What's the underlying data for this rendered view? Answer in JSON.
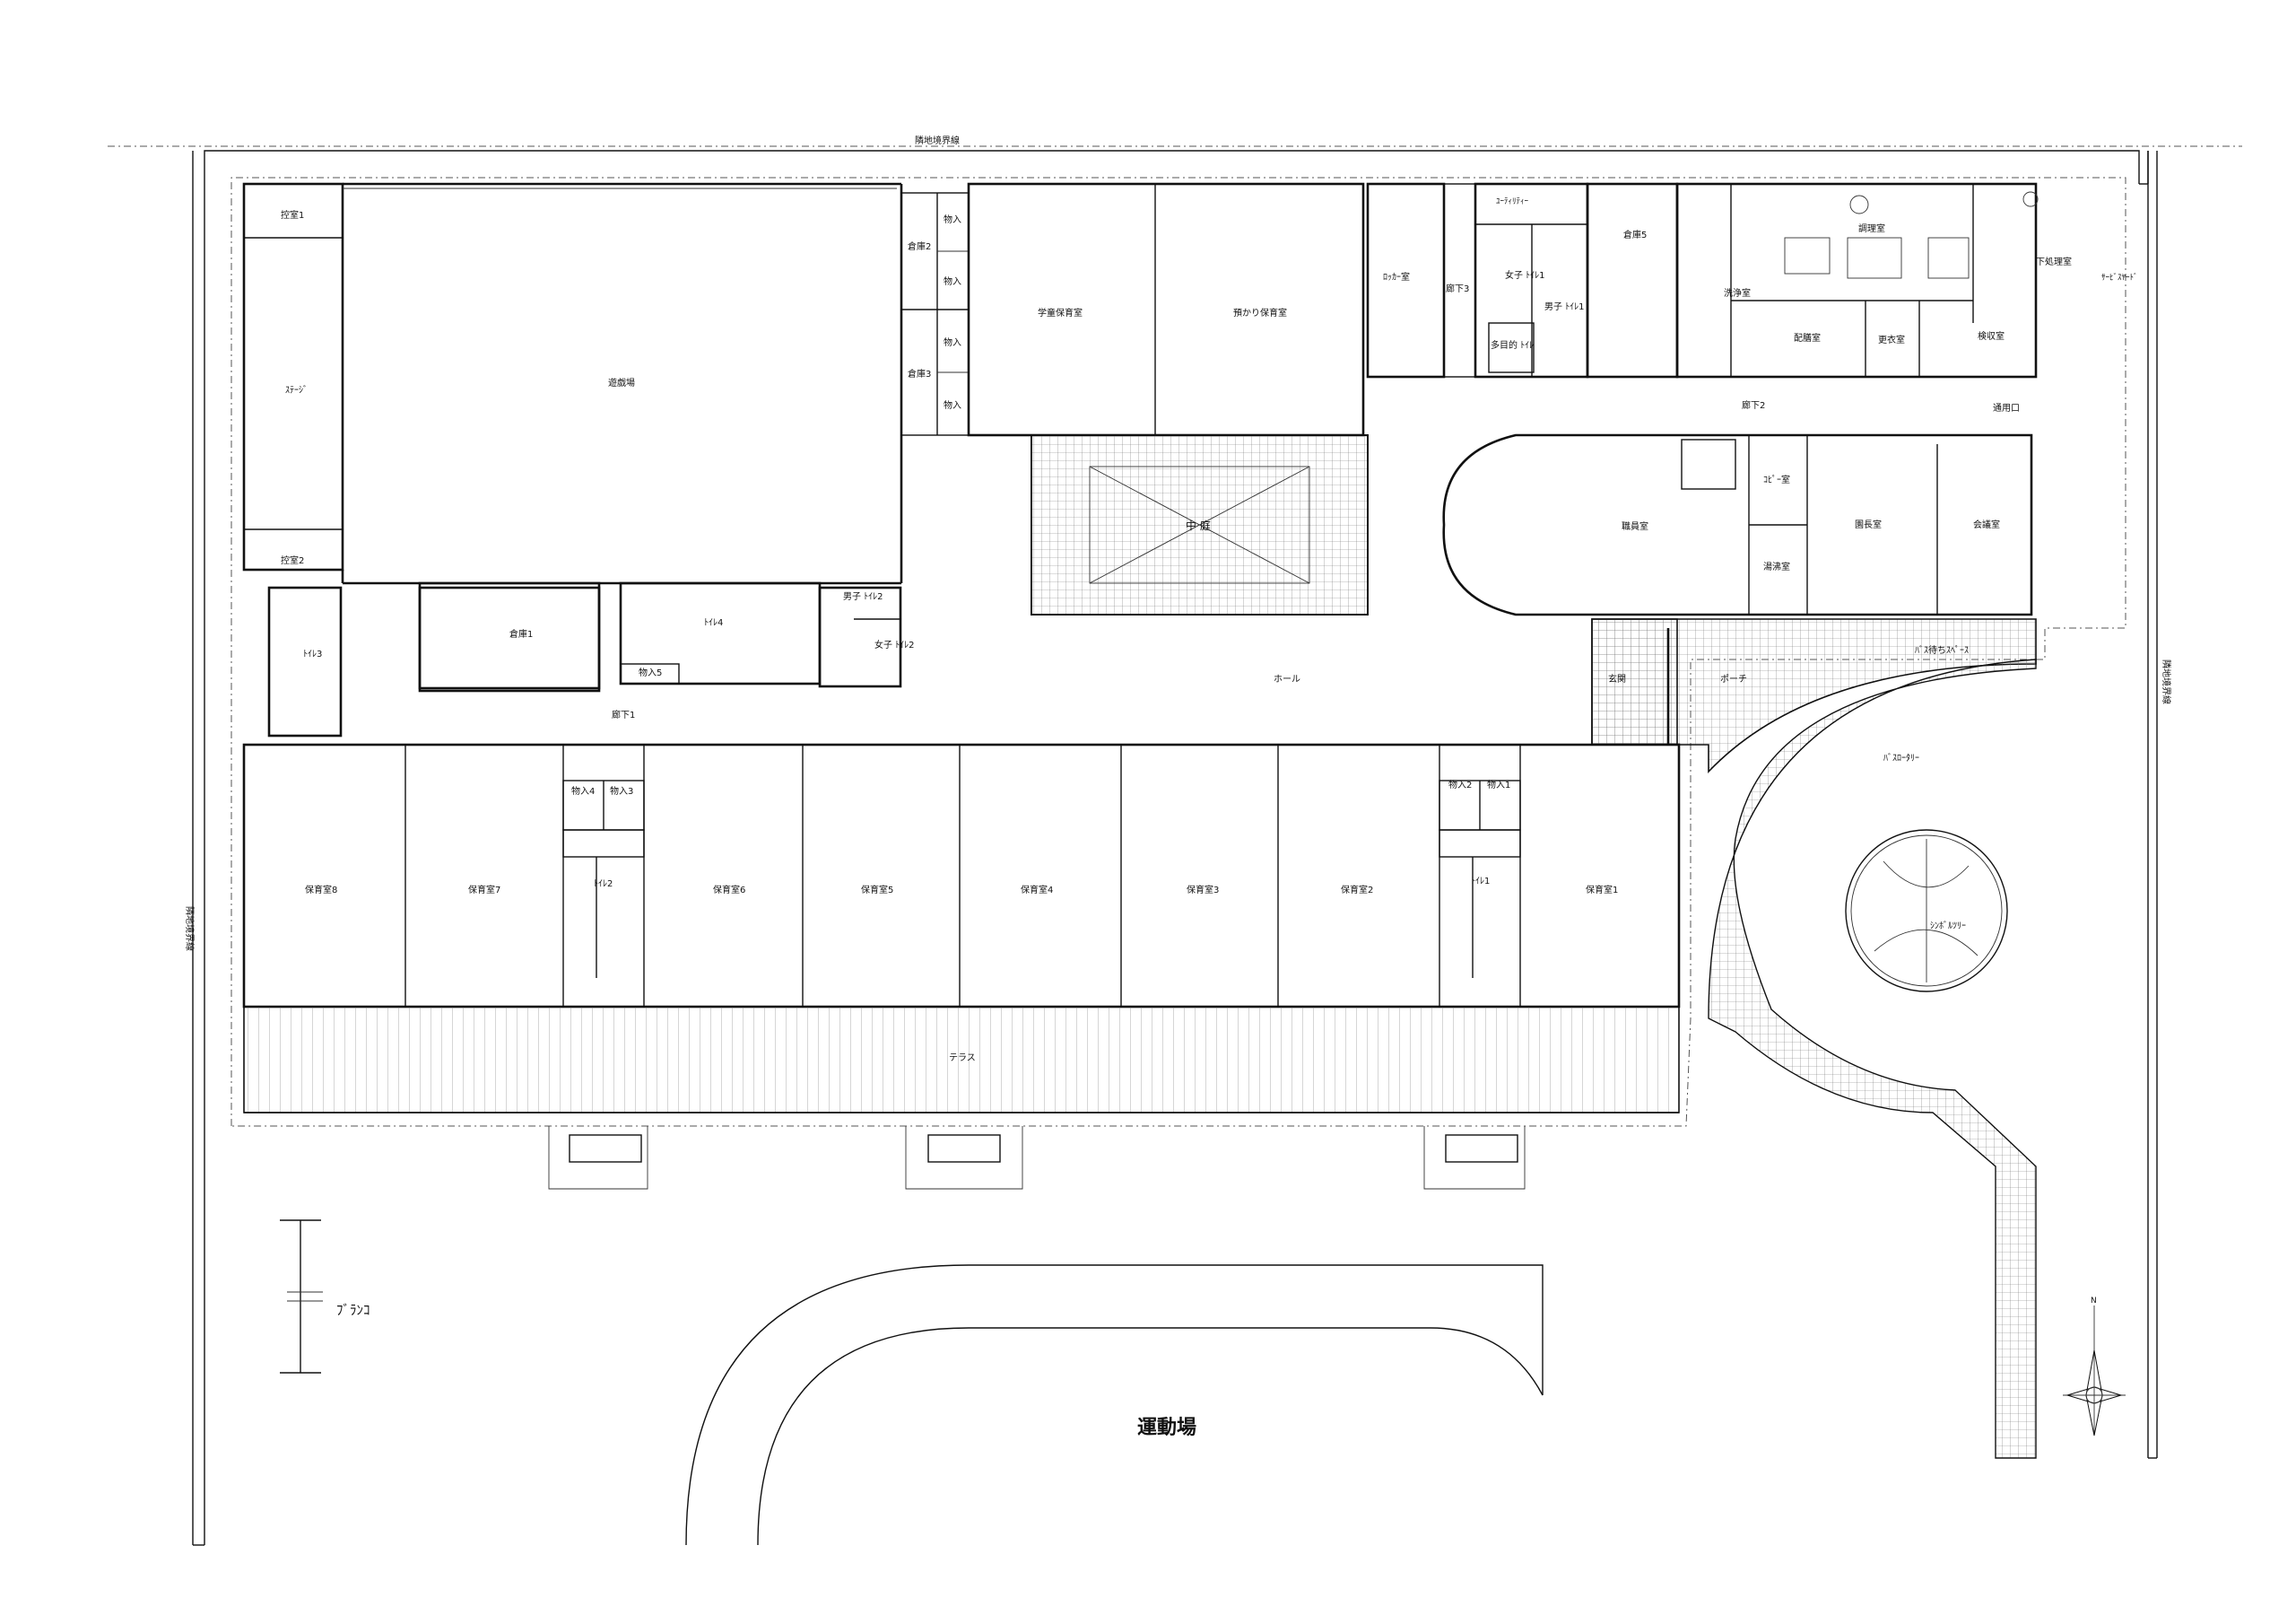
{
  "boundary_label_top": "隣地境界線",
  "boundary_label_left": "隣地境界線",
  "boundary_label_right": "隣地境界線",
  "rooms": {
    "hikae1": "控室1",
    "hikae2": "控室2",
    "stage": "ｽﾃｰｼﾞ",
    "yugijo": "遊戯場",
    "soko1": "倉庫1",
    "soko2": "倉庫2",
    "soko3": "倉庫3",
    "soko5": "倉庫5",
    "toilet3": "ﾄｲﾚ3",
    "toilet4": "ﾄｲﾚ4",
    "boys2": "男子 ﾄｲﾚ2",
    "girls2": "女子 ﾄｲﾚ2",
    "monoire5": "物入5",
    "monoire": "物入",
    "gakudo": "学童保育室",
    "azukari": "預かり保育室",
    "nakaniwa": "中 庭",
    "locker": "ﾛｯｶｰ室",
    "roka3": "廊下3",
    "utility": "ﾕｰﾃｨﾘﾃｨｰ",
    "girls1": "女子 ﾄｲﾚ1",
    "boys1": "男子 ﾄｲﾚ1",
    "tamokuteki": "多目的 ﾄｲﾚ",
    "chorishitsu": "調理室",
    "senjoshitsu": "洗浄室",
    "shitashori": "下処理室",
    "service_yard": "ｻｰﾋﾞｽﾔｰﾄﾞ",
    "haizen": "配膳室",
    "koui": "更衣室",
    "kenshu": "検収室",
    "tsuyoguchi": "通用口",
    "roka2": "廊下2",
    "shokuin": "職員室",
    "copy": "ｺﾋﾟｰ室",
    "encho": "園長室",
    "kaigi": "会議室",
    "yutou": "湯沸室",
    "hall": "ホール",
    "genkan": "玄関",
    "porch": "ポーチ",
    "bus_wait": "ﾊﾞｽ待ちｽﾍﾟｰｽ",
    "bus_rotary": "ﾊﾞｽﾛｰﾀﾘｰ",
    "symbol_tree": "ｼﾝﾎﾞﾙﾂﾘｰ",
    "roka1": "廊下1",
    "hoiku8": "保育室8",
    "hoiku7": "保育室7",
    "hoiku6": "保育室6",
    "hoiku5": "保育室5",
    "hoiku4": "保育室4",
    "hoiku3": "保育室3",
    "hoiku2": "保育室2",
    "hoiku1": "保育室1",
    "monoire4": "物入4",
    "monoire3": "物入3",
    "monoire2": "物入2",
    "monoire1": "物入1",
    "toilet2": "ﾄｲﾚ2",
    "toilet1": "ﾄｲﾚ1",
    "terrace": "テラス",
    "buranko": "ﾌﾞﾗﾝｺ",
    "undojo": "運動場",
    "north": "N"
  }
}
